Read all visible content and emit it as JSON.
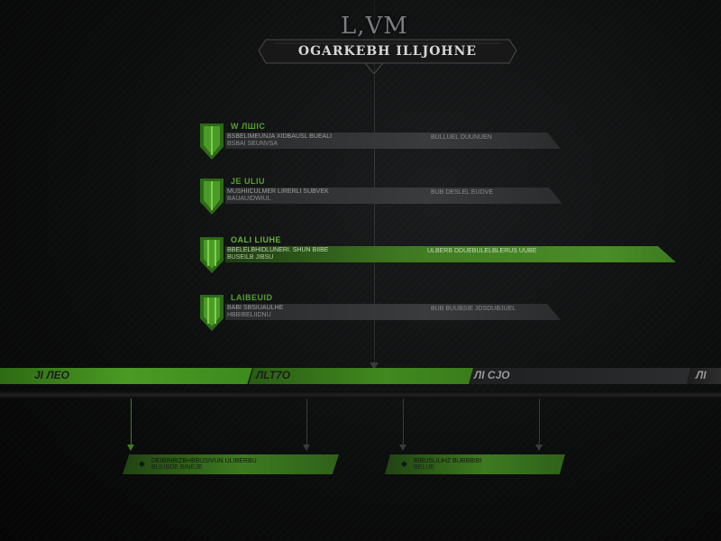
{
  "header": {
    "logo": "L,VM",
    "title": "OGARKEBH ILLJOHNE"
  },
  "rows": [
    {
      "head": "W ЛШIC",
      "sub1": "BSBELIMEUNJA XIDBAUSL BUEALI",
      "sub2": "BSBAI SEUNVSA",
      "right": "BULLUEL DUUNUEN",
      "green": false
    },
    {
      "head": "JE ULIU",
      "sub1": "MUSHIICULMER LIRERLI SUBVEK",
      "sub2": "BAUAUIDWIUL",
      "right": "BUB DESLEL EUDVE",
      "green": false
    },
    {
      "head": "OALI LIUHE",
      "sub1": "BBELELBHIDLUNERI. SHUN BIIBE",
      "sub2": "BUSEILB JIBSU",
      "right": "ULBERB DDUEBULELBLERUS UUBE",
      "green": true
    },
    {
      "head": "LAIBEUID",
      "sub1": "BABI SBSIUAULHE",
      "sub2": "HBBIBELIIDNU",
      "right": "BUB BUUBSIE JDSDUBJUEL",
      "green": false
    }
  ],
  "timeline": {
    "labels": [
      "JI ЛЕO",
      "ЛLT7O",
      "ЛI CJO",
      "ЛI"
    ]
  },
  "cards": [
    {
      "line1": "DEIBINBIZBHBBUSIVUN ULIBERBU",
      "line2": "BLIUBDE BINEJE"
    },
    {
      "line1": "BIBUSLIUHZ BUBBBIBI",
      "line2": "BELUE"
    }
  ]
}
